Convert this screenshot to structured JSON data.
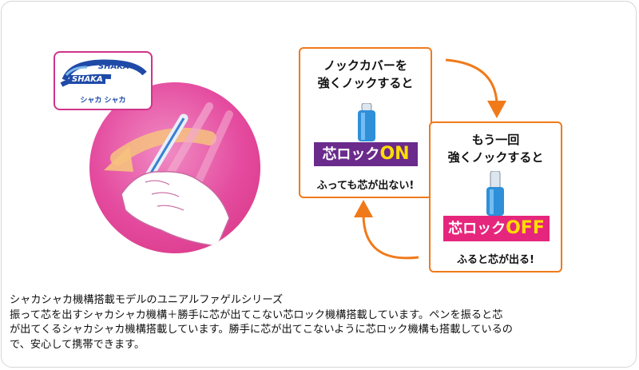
{
  "logo": {
    "top_text": "SHAKA",
    "bottom_text": "SHAKA",
    "caption": "シャカ シャカ"
  },
  "box1": {
    "title_line1": "ノックカバーを",
    "title_line2": "強くノックすると",
    "badge_prefix": "芯ロック",
    "badge_big": "ON",
    "note": "ふっても芯が出ない!"
  },
  "box2": {
    "title_line1": "もう一回",
    "title_line2": "強くノックすると",
    "badge_prefix": "芯ロック",
    "badge_big": "OFF",
    "note": "ふると芯が出る!"
  },
  "description": {
    "line1": "シャカシャカ機構搭載モデルのユニアルファゲルシリーズ",
    "line2": "振って芯を出すシャカシャカ機構＋勝手に芯が出てこない芯ロック機構搭載しています。ペンを振ると芯",
    "line3": "が出てくるシャカシャカ機構搭載しています。勝手に芯が出てこないように芯ロック機構も搭載しているの",
    "line4": "で、安心して携帯できます。"
  },
  "colors": {
    "accent_orange": "#f07a1a",
    "magenta": "#e44a9e",
    "on_badge": "#6a2b8c",
    "off_badge": "#e6267c",
    "highlight_yellow": "#ffdd00"
  }
}
